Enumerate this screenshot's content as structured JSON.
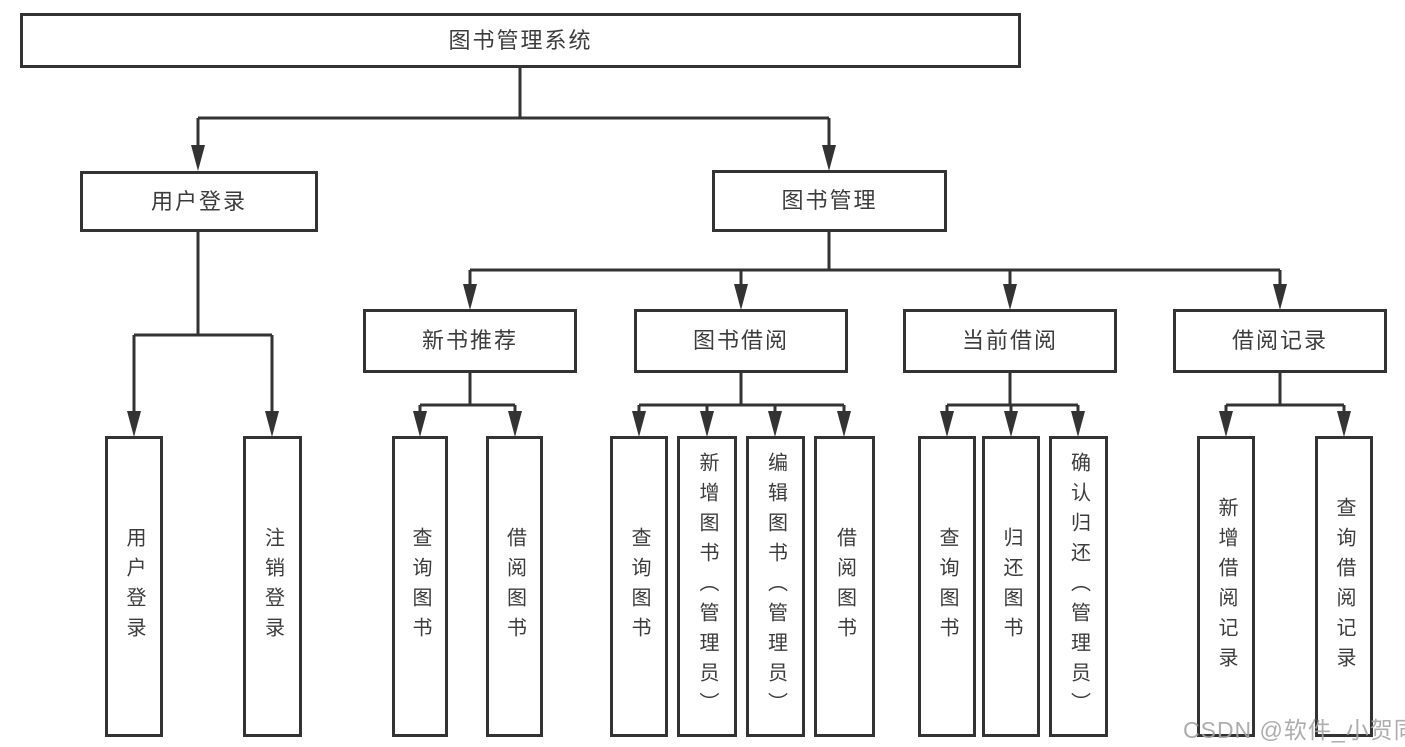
{
  "diagram": {
    "title": "图书管理系统",
    "tree": {
      "label": "图书管理系统",
      "children": [
        {
          "label": "用户登录",
          "children": [
            {
              "label": "用户登录"
            },
            {
              "label": "注销登录"
            }
          ]
        },
        {
          "label": "图书管理",
          "children": [
            {
              "label": "新书推荐",
              "children": [
                {
                  "label": "查询图书"
                },
                {
                  "label": "借阅图书"
                }
              ]
            },
            {
              "label": "图书借阅",
              "children": [
                {
                  "label": "查询图书"
                },
                {
                  "label": "新增图书（管理员）"
                },
                {
                  "label": "编辑图书（管理员）"
                },
                {
                  "label": "借阅图书"
                }
              ]
            },
            {
              "label": "当前借阅",
              "children": [
                {
                  "label": "查询图书"
                },
                {
                  "label": "归还图书"
                },
                {
                  "label": "确认归还（管理员）"
                }
              ]
            },
            {
              "label": "借阅记录",
              "children": [
                {
                  "label": "新增借阅记录"
                },
                {
                  "label": "查询借阅记录"
                }
              ]
            }
          ]
        }
      ]
    },
    "colors": {
      "line": "#333333",
      "node_border": "#333333",
      "node_fill": "#ffffff",
      "text": "#3c3c3c",
      "watermark": "#a4a4a4",
      "background": "#ffffff"
    }
  },
  "watermark": {
    "text": "CSDN @软件_小贺同学"
  }
}
